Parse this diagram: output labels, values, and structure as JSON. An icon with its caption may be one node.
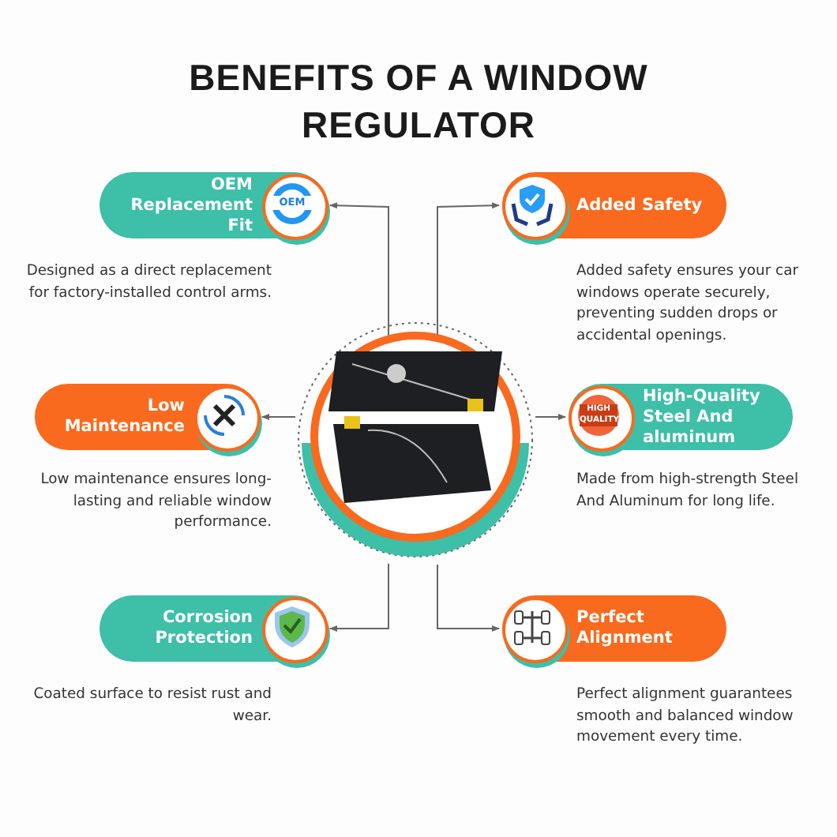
{
  "diagram": {
    "title": "BENEFITS OF A WINDOW REGULATOR",
    "nodes": [
      {
        "text": [],
        "shape": "picture"
      },
      {
        "text": [
          "OEM Replacement Fit"
        ],
        "beside": [
          "Designed as a direct replacement for factory-installed control arms."
        ]
      },
      {
        "text": [
          "Added Safety"
        ],
        "beside": [
          "Added safety ensures your car windows operate securely, preventing sudden drops or accidental openings."
        ]
      },
      {
        "text": [
          "Low Maintenance"
        ],
        "beside": [
          "Low maintenance ensures long-lasting and reliable window performance."
        ]
      },
      {
        "text": [
          "High-Quality Steel And aluminum"
        ],
        "beside": [
          "Made from high-strength Steel And Aluminum for long life."
        ]
      },
      {
        "text": [
          "Corrosion Protection"
        ],
        "beside": [
          "Coated surface to resist rust and wear."
        ]
      },
      {
        "text": [
          "Perfect Alignment"
        ],
        "beside": [
          "Perfect alignment guarantees smooth and balanced window movement every time."
        ]
      }
    ],
    "edges": [
      {
        "from": 0,
        "to": 1,
        "arrow": "to"
      },
      {
        "from": 0,
        "to": 2,
        "arrow": "to"
      },
      {
        "from": 0,
        "to": 3,
        "arrow": "to"
      },
      {
        "from": 0,
        "to": 4,
        "arrow": "to"
      },
      {
        "from": 0,
        "to": 5,
        "arrow": "to"
      },
      {
        "from": 0,
        "to": 6,
        "arrow": "to"
      }
    ],
    "labels": [
      "OEM",
      "HIGH QUALITY"
    ]
  }
}
